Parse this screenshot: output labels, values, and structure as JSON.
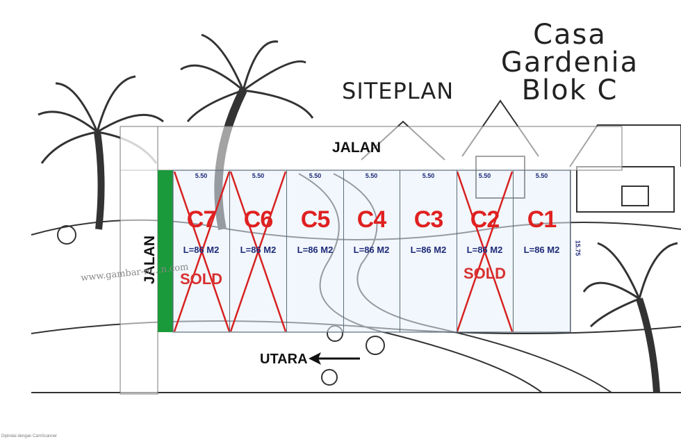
{
  "title": {
    "line1": "Casa",
    "line2": "Gardenia",
    "line3": "Blok C"
  },
  "subtitle": "SITEPLAN",
  "roads": {
    "top": "JALAN",
    "left": "JALAN"
  },
  "lot_width": "5.50",
  "lot_depth": "15.75",
  "lots": [
    {
      "code": "C7",
      "width": "5.50",
      "area": "L=86 M2",
      "sold": true,
      "sold_label": "SOLD"
    },
    {
      "code": "C6",
      "width": "5.50",
      "area": "L=86 M2",
      "sold": true,
      "sold_label": ""
    },
    {
      "code": "C5",
      "width": "5.50",
      "area": "L=86 M2",
      "sold": false,
      "sold_label": ""
    },
    {
      "code": "C4",
      "width": "5.50",
      "area": "L=86 M2",
      "sold": false,
      "sold_label": ""
    },
    {
      "code": "C3",
      "width": "5.50",
      "area": "L=86 M2",
      "sold": false,
      "sold_label": ""
    },
    {
      "code": "C2",
      "width": "5.50",
      "area": "L=86 M2",
      "sold": true,
      "sold_label": "SOLD"
    },
    {
      "code": "C1",
      "width": "5.50",
      "area": "L=86 M2",
      "sold": false,
      "sold_label": ""
    }
  ],
  "north_label": "UTARA",
  "watermark": "www.gambar-m...n.com",
  "scanner_note": "Dipindai dengan CamScanner",
  "colors": {
    "green_strip": "#1a9a3a",
    "lot_fill": "#eef5fb",
    "code_red": "#e02020",
    "area_blue": "#1e2a78",
    "cross_red": "#d82020"
  }
}
